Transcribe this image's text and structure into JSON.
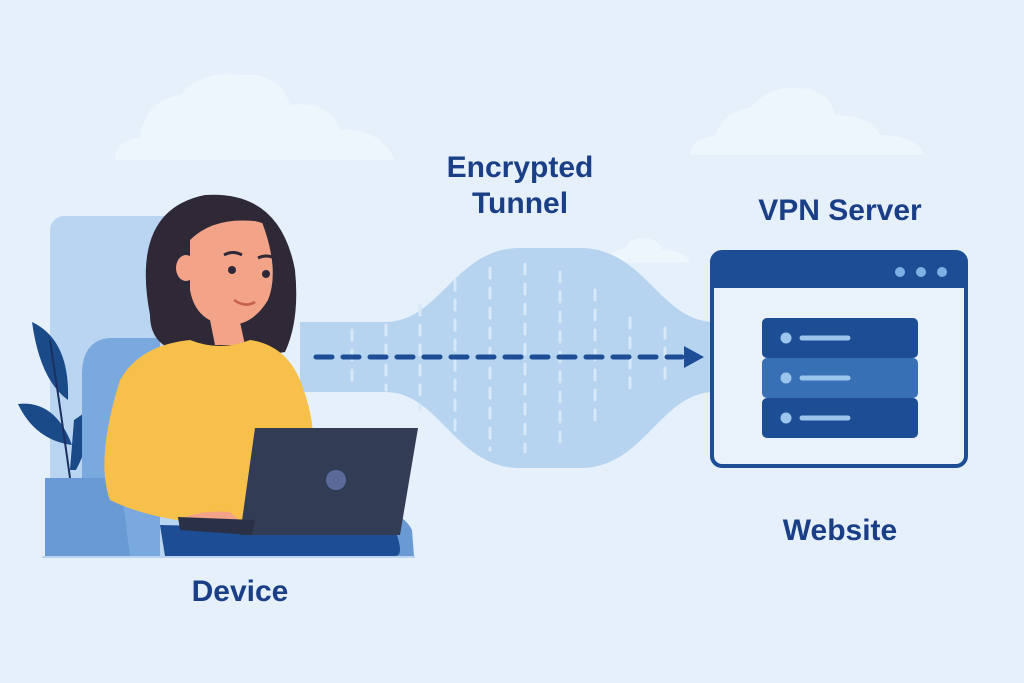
{
  "labels": {
    "tunnel": "Encrypted\nTunnel",
    "tunnel_line1": "Encrypted",
    "tunnel_line2": "Tunnel",
    "server": "VPN Server",
    "website": "Website",
    "device": "Device"
  },
  "colors": {
    "background": "#e6f0fa",
    "text": "#1a3f86",
    "tunnel": "#b6d4f0",
    "navy": "#1c4d95",
    "server_mid": "#3870b5",
    "sweater": "#f7c04a",
    "laptop": "#333c55",
    "hair": "#2f2836",
    "skin": "#f2a388",
    "chair": "#7aa9df",
    "plant": "#1b4a88"
  },
  "diagram": {
    "nodes": [
      "Device",
      "Encrypted Tunnel",
      "VPN Server",
      "Website"
    ],
    "flow": "Device -> Encrypted Tunnel -> VPN Server"
  }
}
